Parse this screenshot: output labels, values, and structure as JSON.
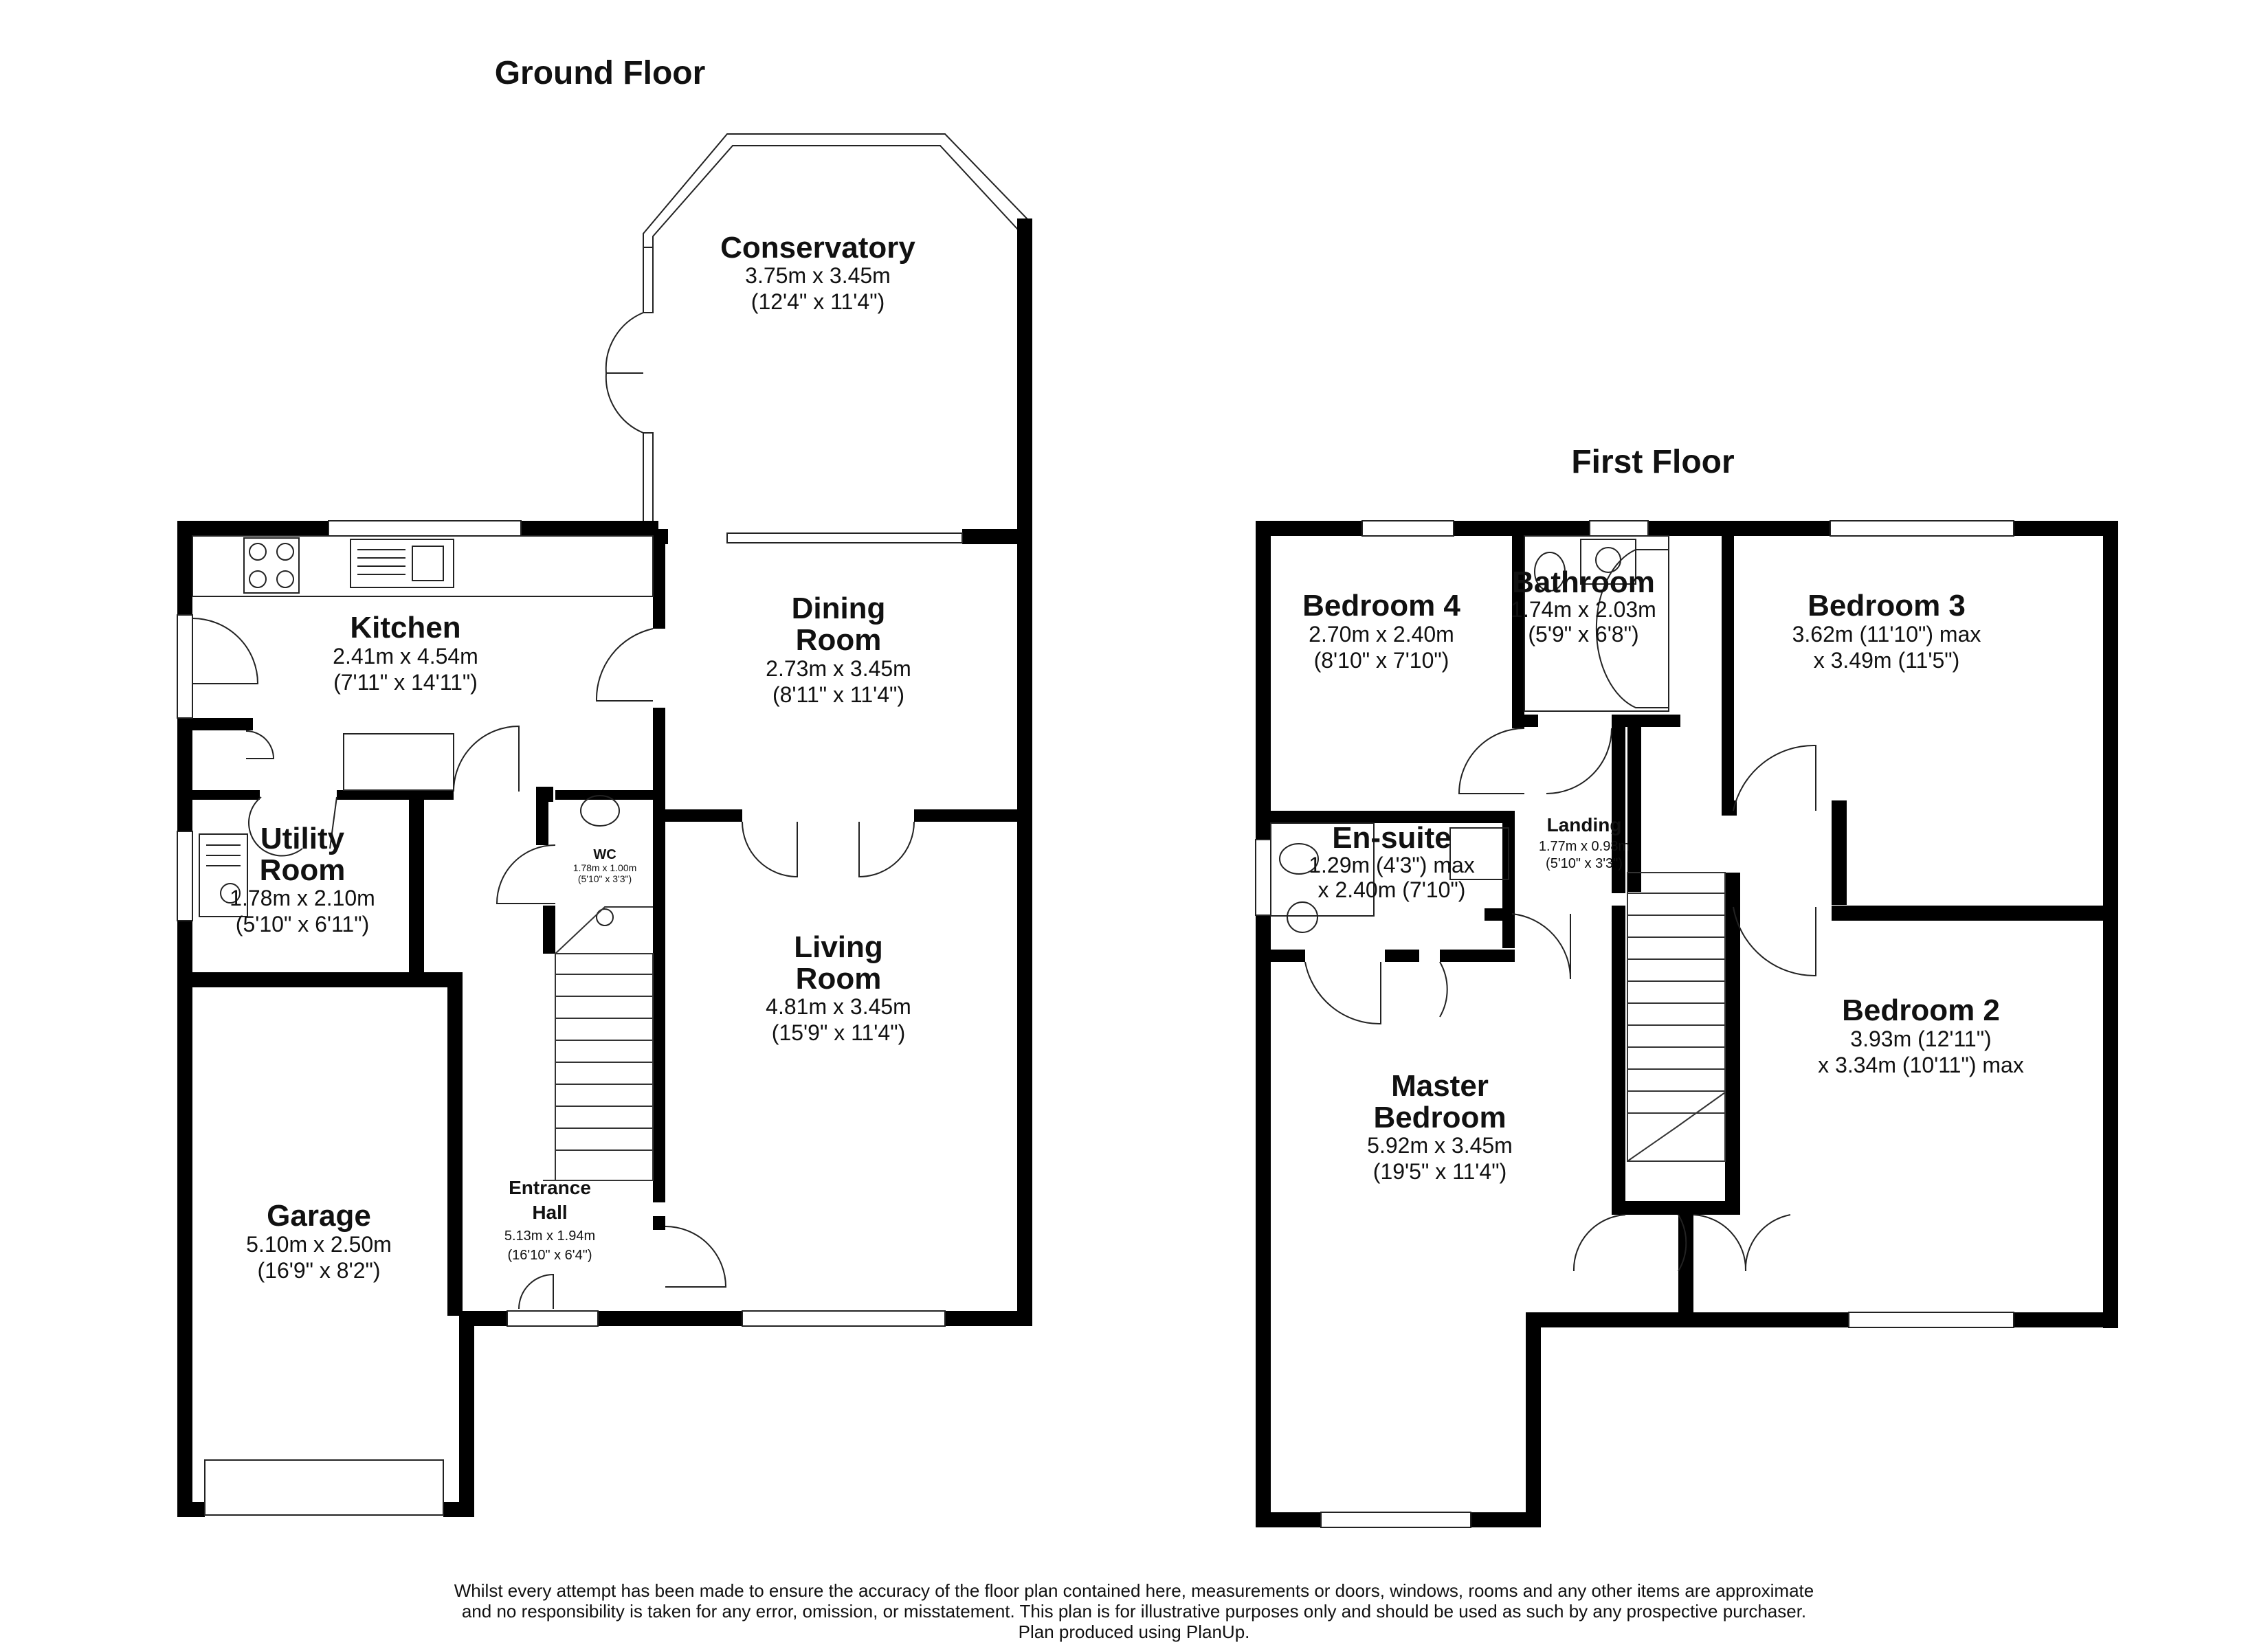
{
  "floors": {
    "ground": {
      "title": "Ground Floor",
      "rooms": {
        "conservatory": {
          "name": "Conservatory",
          "metric": "3.75m x 3.45m",
          "imperial": "(12'4\" x 11'4\")"
        },
        "kitchen": {
          "name": "Kitchen",
          "metric": "2.41m x 4.54m",
          "imperial": "(7'11\" x 14'11\")"
        },
        "dining": {
          "name_line1": "Dining",
          "name_line2": "Room",
          "metric": "2.73m x 3.45m",
          "imperial": "(8'11\" x 11'4\")"
        },
        "wc": {
          "name": "WC",
          "metric": "1.78m x 1.00m",
          "imperial": "(5'10\" x 3'3\")"
        },
        "utility": {
          "name_line1": "Utility",
          "name_line2": "Room",
          "metric": "1.78m x 2.10m",
          "imperial": "(5'10\" x 6'11\")"
        },
        "living": {
          "name_line1": "Living",
          "name_line2": "Room",
          "metric": "4.81m x 3.45m",
          "imperial": "(15'9\" x 11'4\")"
        },
        "garage": {
          "name": "Garage",
          "metric": "5.10m x 2.50m",
          "imperial": "(16'9\" x 8'2\")"
        },
        "entrance": {
          "name_line1": "Entrance",
          "name_line2": "Hall",
          "metric": "5.13m x 1.94m",
          "imperial": "(16'10\" x 6'4\")"
        }
      }
    },
    "first": {
      "title": "First Floor",
      "rooms": {
        "bedroom4": {
          "name": "Bedroom 4",
          "metric": "2.70m x 2.40m",
          "imperial": "(8'10\" x 7'10\")"
        },
        "bathroom": {
          "name": "Bathroom",
          "metric": "1.74m x 2.03m",
          "imperial": "(5'9\" x 6'8\")"
        },
        "bedroom3": {
          "name": "Bedroom 3",
          "line1": "3.62m (11'10\") max",
          "line2": "x 3.49m (11'5\")"
        },
        "ensuite": {
          "name": "En-suite",
          "line1": "1.29m (4'3\") max",
          "line2": "x 2.40m (7'10\")"
        },
        "landing": {
          "name": "Landing",
          "metric": "1.77m x 0.98m",
          "imperial": "(5'10\" x 3'3\")"
        },
        "bedroom2": {
          "name": "Bedroom 2",
          "line1": "3.93m (12'11\")",
          "line2": "x 3.34m (10'11\") max"
        },
        "master": {
          "name_line1": "Master",
          "name_line2": "Bedroom",
          "metric": "5.92m x 3.45m",
          "imperial": "(19'5\" x 11'4\")"
        }
      }
    }
  },
  "disclaimer": {
    "line1": "Whilst every attempt has been made to ensure the accuracy of the floor plan contained here, measurements or doors, windows, rooms and any other items are approximate",
    "line2": "and no responsibility is taken for any error, omission, or misstatement. This plan is for illustrative purposes only and should be used as such by any prospective purchaser.",
    "line3": "Plan produced using PlanUp."
  }
}
